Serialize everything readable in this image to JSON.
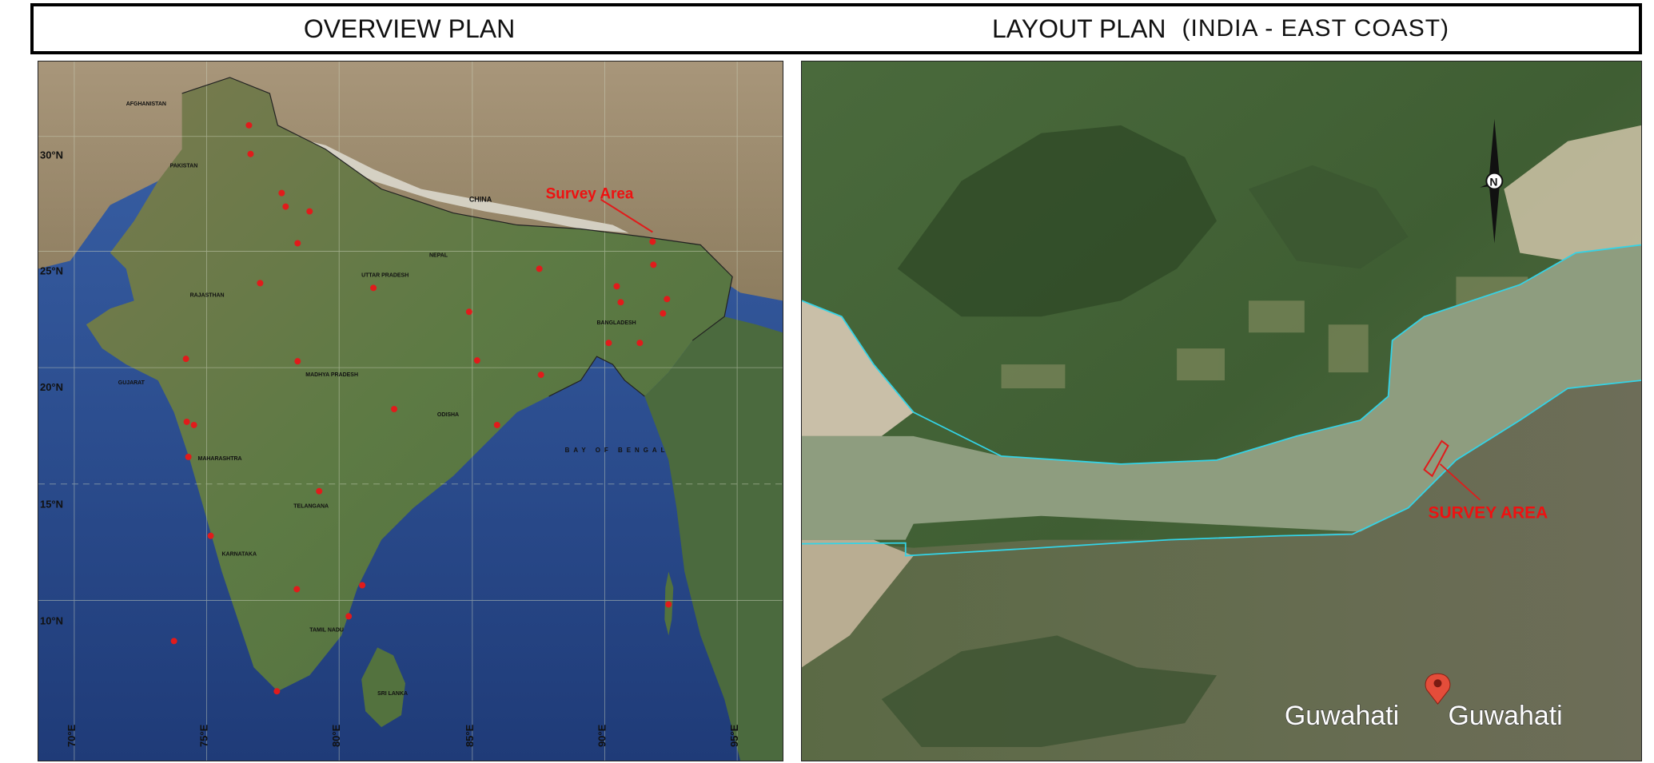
{
  "header": {
    "left_title": "OVERVIEW PLAN",
    "right_title": "LAYOUT PLAN",
    "right_subtitle": "(INDIA - EAST COAST)"
  },
  "overview_map": {
    "callout": "Survey Area",
    "country_label": "CHINA",
    "sea_label": "BAY OF BENGAL",
    "latitudes": [
      "30°N",
      "25°N",
      "20°N",
      "15°N",
      "10°N"
    ],
    "longitudes": [
      "70°E",
      "75°E",
      "80°E",
      "85°E",
      "90°E",
      "95°E"
    ],
    "colors": {
      "sea": "#2b4a8e",
      "land": "#5b7a45",
      "marker": "#e11b1b",
      "callout": "#e11b1b"
    }
  },
  "layout_map": {
    "callout": "SURVEY AREA",
    "north_label": "N",
    "place_labels": [
      "Guwahati",
      "Guwahati"
    ],
    "colors": {
      "river": "#8e9d7f",
      "outline": "#34d3e6",
      "callout": "#e11b1b"
    }
  }
}
